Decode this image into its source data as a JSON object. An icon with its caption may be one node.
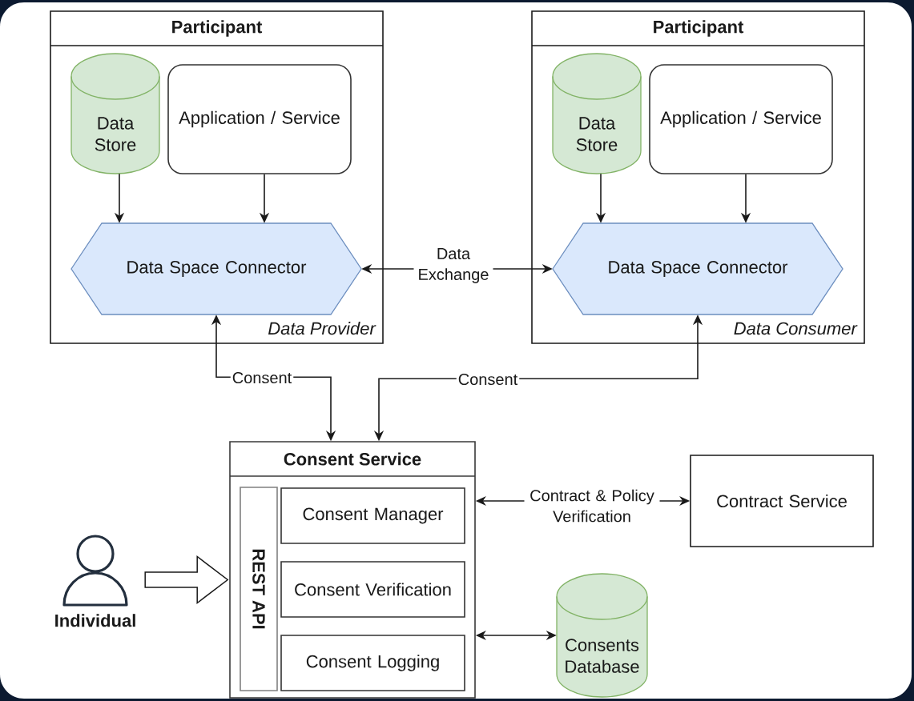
{
  "diagram": {
    "nodes": [
      {
        "text": [
          "Participant",
          "Data Provider"
        ]
      },
      {
        "text": [
          "Data Store"
        ],
        "in": 0
      },
      {
        "text": [
          "Application / Service"
        ],
        "in": 0
      },
      {
        "text": [
          "Data Space Connector"
        ],
        "in": 0
      },
      {
        "text": [
          "Participant",
          "Data Consumer"
        ]
      },
      {
        "text": [
          "Data Store"
        ],
        "in": 4
      },
      {
        "text": [
          "Application / Service"
        ],
        "in": 4
      },
      {
        "text": [
          "Data Space Connector"
        ],
        "in": 4
      },
      {
        "text": [
          "Consent Service"
        ]
      },
      {
        "text": [
          "REST API"
        ],
        "in": 8
      },
      {
        "text": [
          "Consent Manager"
        ],
        "in": 8
      },
      {
        "text": [
          "Consent Verification"
        ],
        "in": 8
      },
      {
        "text": [
          "Consent Logging"
        ],
        "in": 8
      },
      {
        "text": [
          "Contract Service"
        ]
      },
      {
        "text": [
          "Individual"
        ]
      },
      {
        "text": [
          "Consents Database"
        ]
      }
    ],
    "edges": [
      {
        "from": 1,
        "to": 3,
        "arrow": "to"
      },
      {
        "from": 2,
        "to": 3,
        "arrow": "to"
      },
      {
        "from": 5,
        "to": 7,
        "arrow": "to"
      },
      {
        "from": 6,
        "to": 7,
        "arrow": "to"
      },
      {
        "from": 3,
        "to": 7,
        "arrow": "both",
        "label": "Data Exchange"
      },
      {
        "from": 3,
        "to": 8,
        "arrow": "both",
        "label": "Consent"
      },
      {
        "from": 7,
        "to": 8,
        "arrow": "both",
        "label": "Consent"
      },
      {
        "from": 14,
        "to": 8,
        "arrow": "to",
        "style": "thick"
      },
      {
        "from": 8,
        "to": 13,
        "arrow": "both",
        "label": "Contract & Policy Verification"
      },
      {
        "from": 8,
        "to": 15,
        "arrow": "both"
      }
    ]
  }
}
